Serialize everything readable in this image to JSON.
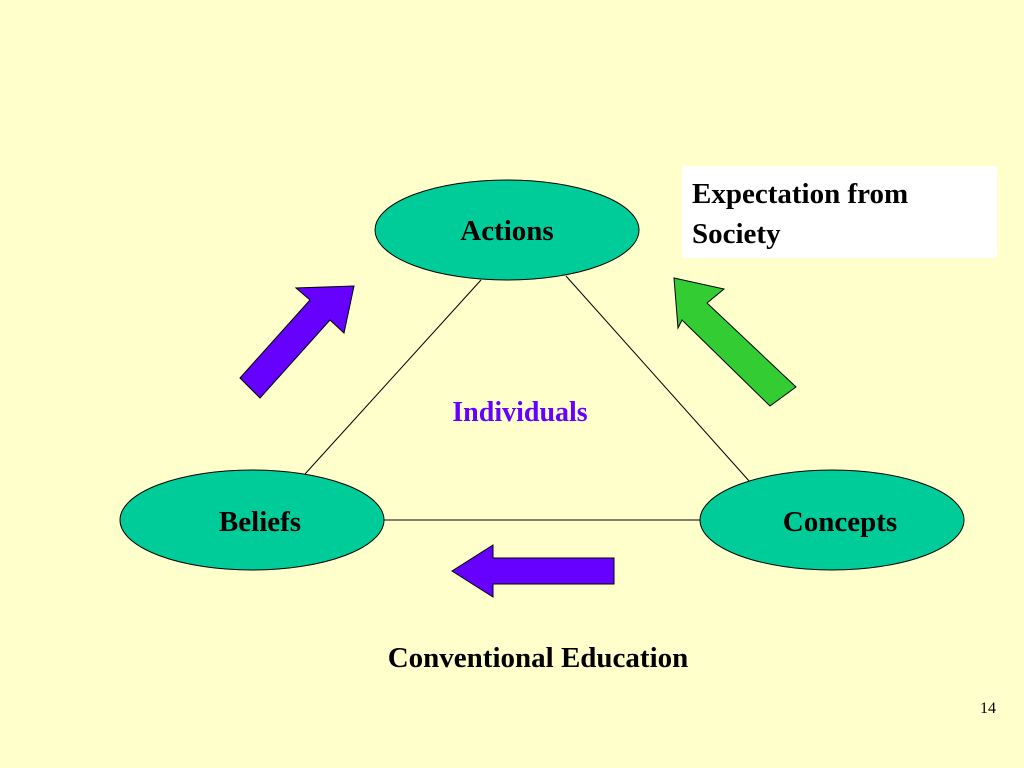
{
  "slide": {
    "background_color": "#ffffcc",
    "page_number": "14"
  },
  "diagram": {
    "center_label": "Individuals",
    "center_label_color": "#6600ff",
    "nodes": {
      "top": "Actions",
      "left": "Beliefs",
      "right": "Concepts"
    },
    "node_fill": "#00cc99",
    "callout": {
      "line1": "Expectation from",
      "line2": "Society"
    },
    "caption": "Conventional Education",
    "arrows": {
      "purple_color": "#6600ff",
      "green_color": "#33cc33"
    }
  }
}
